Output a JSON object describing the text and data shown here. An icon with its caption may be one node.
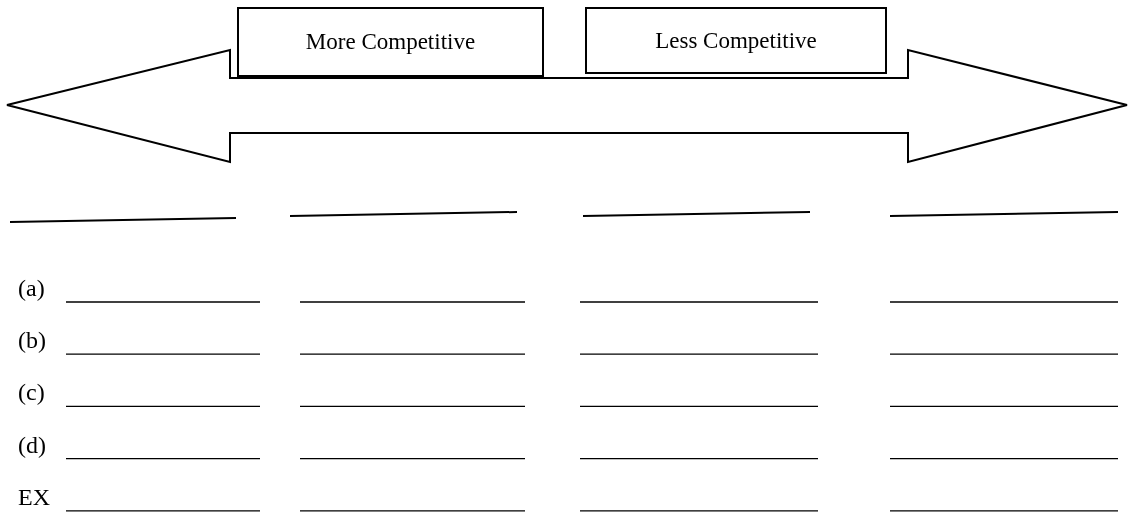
{
  "diagram": {
    "nodes": [
      {
        "text": [
          "More Competitive"
        ]
      },
      {
        "text": [
          "Less Competitive"
        ]
      }
    ],
    "labels": [
      "(a)",
      "(b)",
      "(c)",
      "(d)",
      "EX"
    ]
  }
}
